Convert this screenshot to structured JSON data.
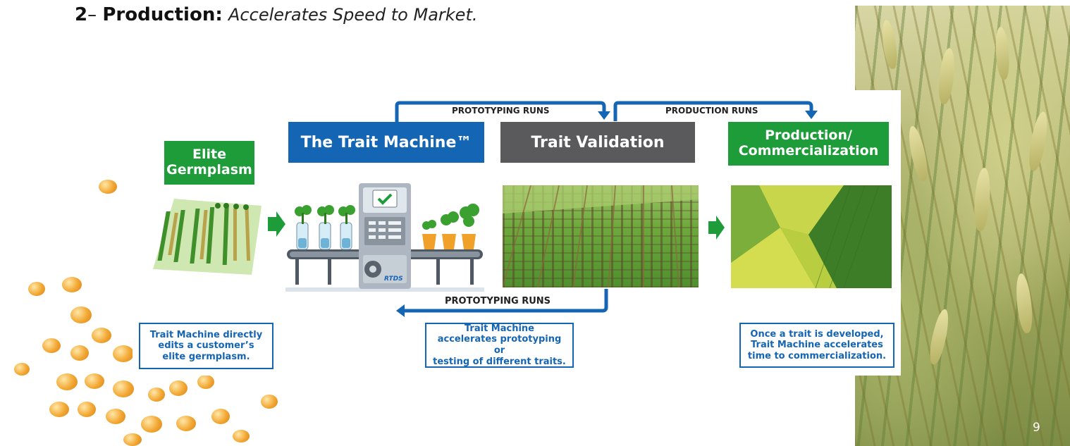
{
  "title": {
    "number": "2",
    "dash": "– ",
    "label": "Production:",
    "subtitle": "Accelerates Speed to Market."
  },
  "boxes": {
    "elite_line1": "Elite",
    "elite_line2": "Germplasm",
    "trait_machine": "The Trait Machine™",
    "trait_validation": "Trait Validation",
    "production_line1": "Production/",
    "production_line2": "Commercialization"
  },
  "runs": {
    "top_left": "PROTOTYPING RUNS",
    "top_right": "PRODUCTION RUNS",
    "bottom": "PROTOTYPING RUNS"
  },
  "notes": {
    "note1_line1": "Trait Machine directly",
    "note1_line2": "edits a customer’s",
    "note1_line3": "elite germplasm.",
    "note2_line1": "Trait Machine",
    "note2_line2": "accelerates prototyping or",
    "note2_line3": "testing of different traits.",
    "note3_line1": "Once a trait is developed,",
    "note3_line2": "Trait Machine accelerates",
    "note3_line3": "time to commercialization."
  },
  "machine_label": "RTDS",
  "page_number": "9",
  "colors": {
    "green": "#1e9c3a",
    "blue": "#1565b5",
    "grey": "#5a5a5c"
  }
}
